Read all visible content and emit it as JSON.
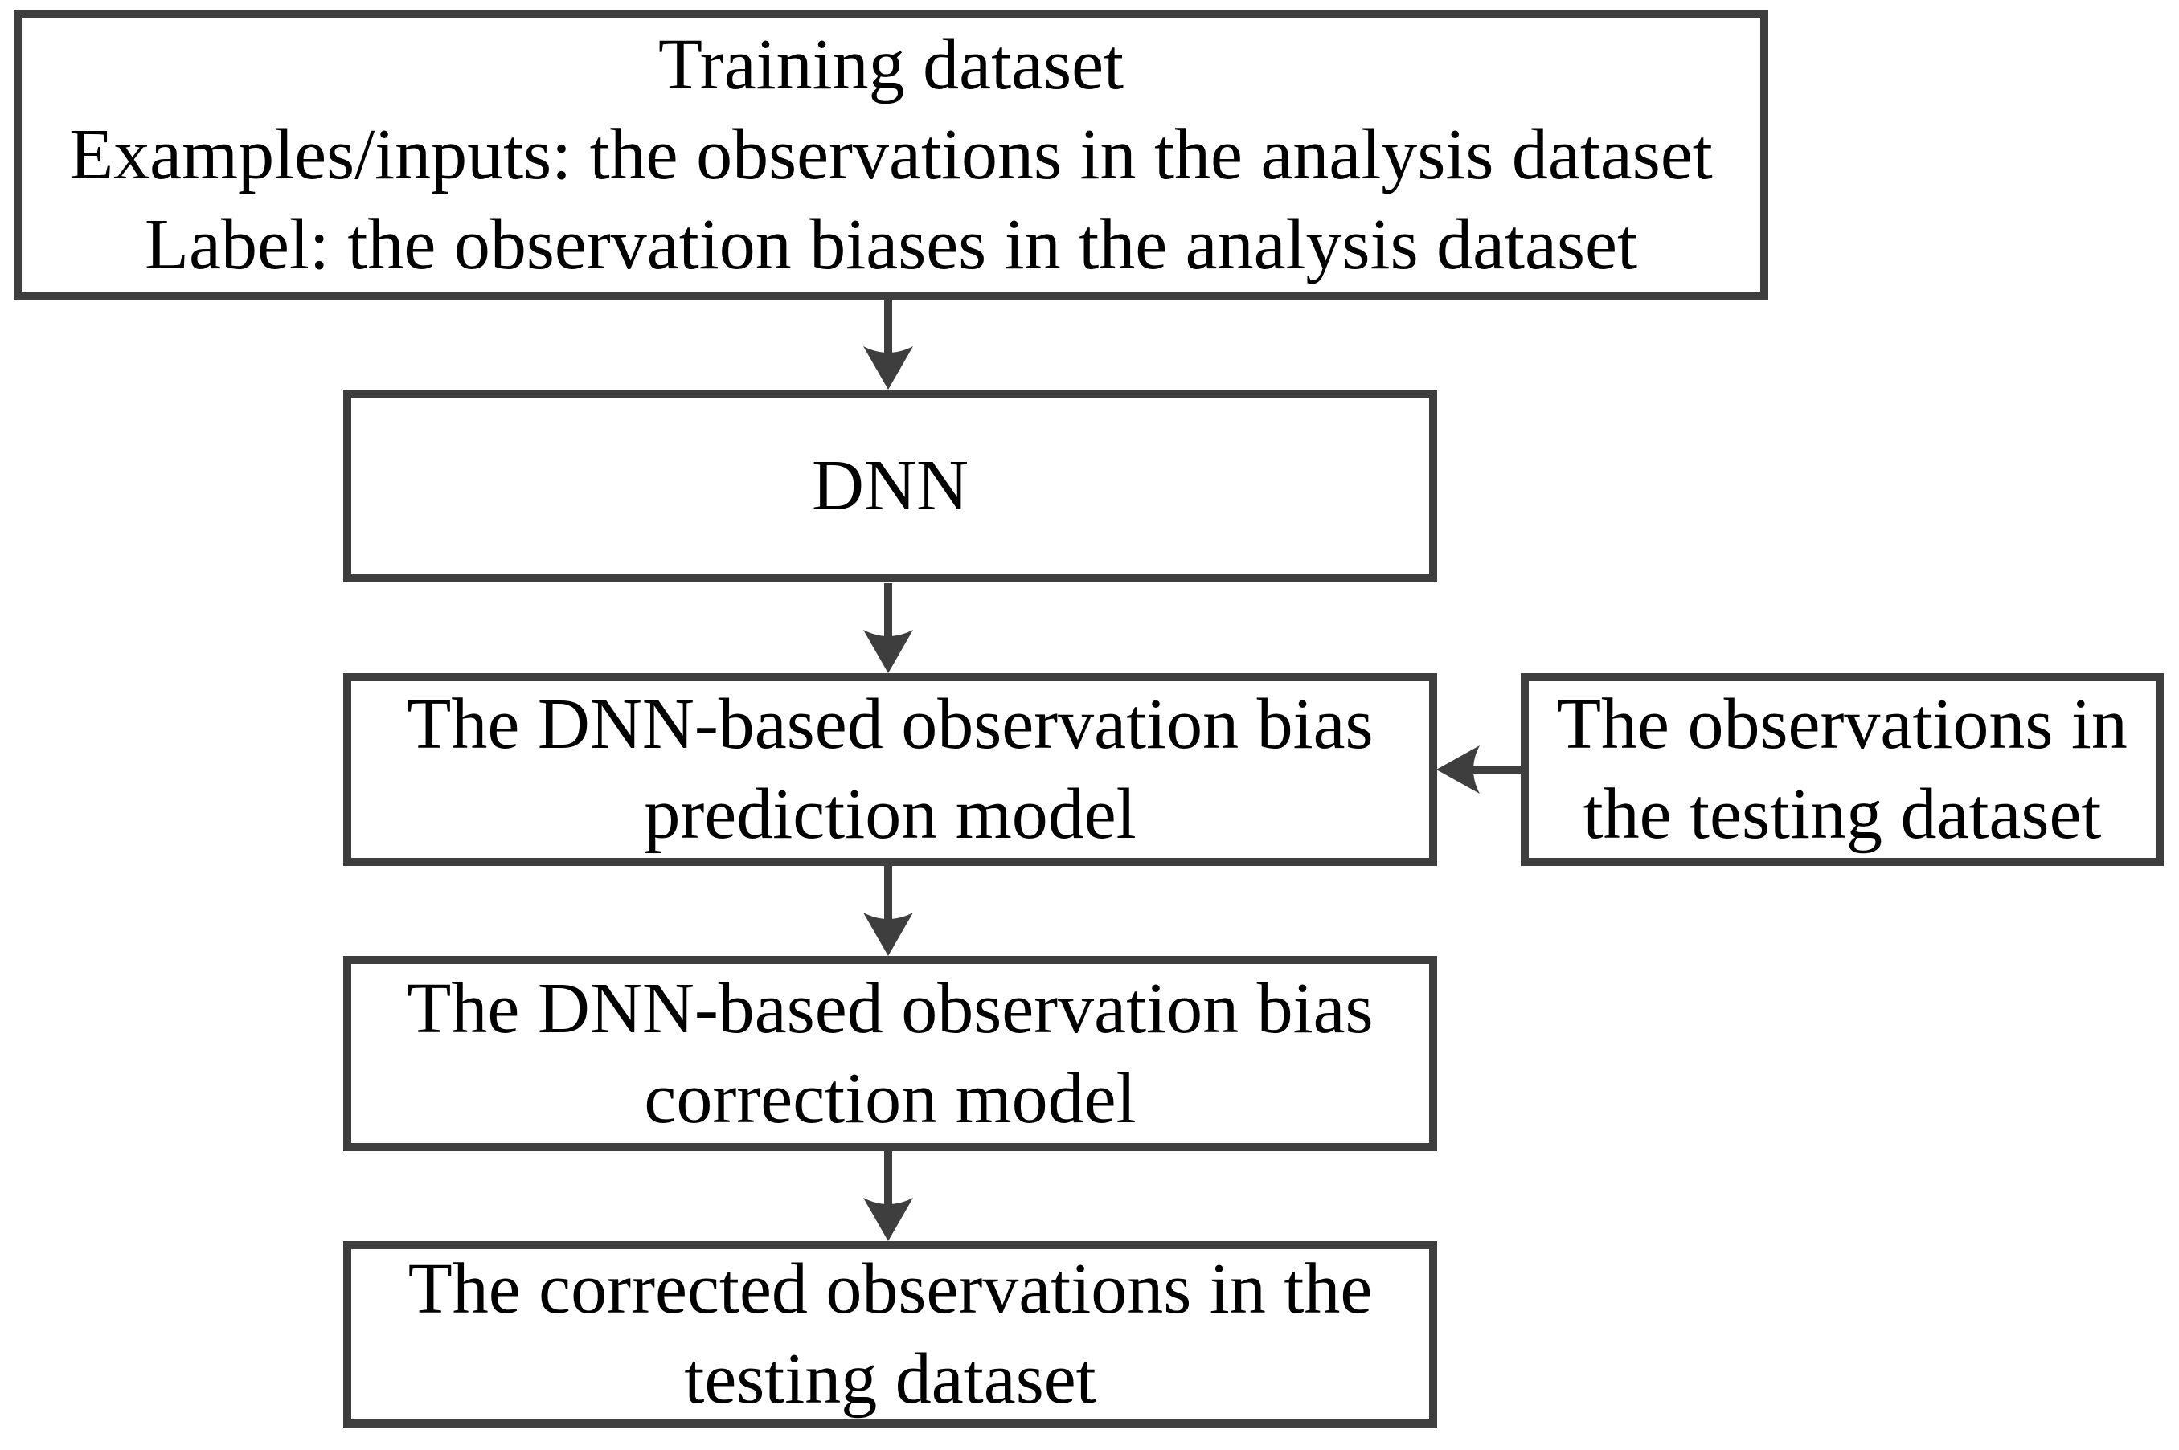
{
  "diagram": {
    "colors": {
      "line_color": "#3e3e3e",
      "text_color": "#000000",
      "background": "#ffffff"
    },
    "boxes": {
      "training": {
        "lines": [
          "Training dataset",
          "Examples/inputs: the observations in the analysis dataset",
          "Label: the observation biases in the analysis dataset"
        ]
      },
      "dnn": {
        "label": "DNN"
      },
      "prediction": {
        "lines": [
          "The DNN-based observation bias",
          "prediction model"
        ]
      },
      "testing": {
        "lines": [
          "The observations in",
          "the testing dataset"
        ]
      },
      "correction": {
        "lines": [
          "The DNN-based observation bias",
          "correction model"
        ]
      },
      "corrected": {
        "lines": [
          "The corrected observations in the",
          "testing dataset"
        ]
      }
    }
  }
}
